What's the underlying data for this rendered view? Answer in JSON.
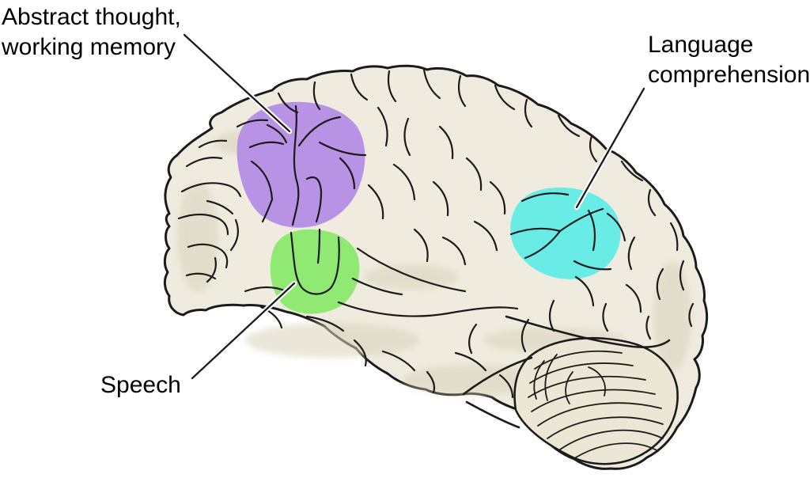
{
  "figure": {
    "type": "brain-lateral-view-diagram",
    "background_color": "#ffffff",
    "labels": {
      "abstract": {
        "line1": "Abstract thought,",
        "line2": "working memory"
      },
      "language": {
        "line1": "Language",
        "line2": "comprehension"
      },
      "speech": {
        "line1": "Speech"
      }
    },
    "regions": [
      {
        "id": "abstract-thought-working-memory",
        "label": "Abstract thought, working memory",
        "color": "#b892e4"
      },
      {
        "id": "speech",
        "label": "Speech",
        "color": "#8fe973"
      },
      {
        "id": "language-comprehension",
        "label": "Language comprehension",
        "color": "#69ece6"
      }
    ],
    "colors": {
      "brain_fill": "#efecdf",
      "cerebellum_fill": "#ece7d4",
      "shading": "#d9d2b9",
      "outline": "#1b1b1b",
      "leader_line": "#1b1b1b",
      "leader_casing": "#ffffff",
      "label_text": "#000000"
    }
  }
}
